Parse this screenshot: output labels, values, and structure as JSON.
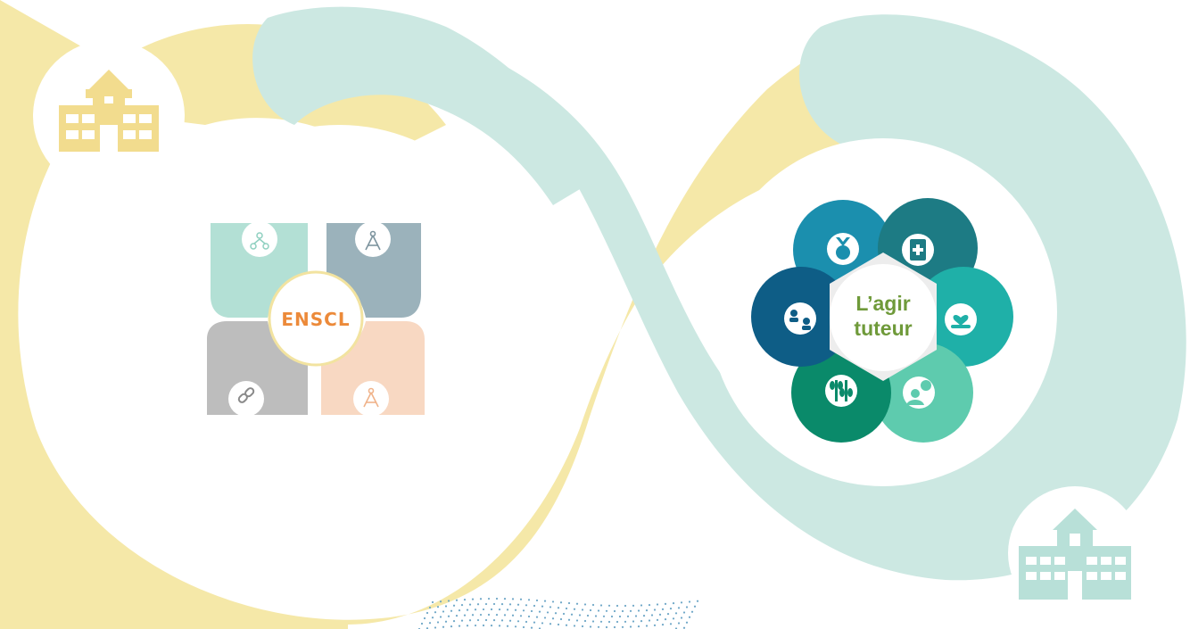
{
  "diagram": {
    "left_hub": {
      "label": "ENSCL"
    },
    "right_hub": {
      "label_line1": "L’agir",
      "label_line2": "tuteur"
    },
    "icons": {
      "school": "school-building-icon",
      "hospital": "hospital-building-icon",
      "puzzle_1": "people-network-icon",
      "puzzle_2": "compass-icon",
      "puzzle_3": "link-icon",
      "puzzle_4": "compass-icon",
      "petal_1": "medal-icon",
      "petal_2": "medical-book-icon",
      "petal_3": "hands-heart-icon",
      "petal_4": "person-question-icon",
      "petal_5": "wheat-icon",
      "petal_6": "exchange-people-icon"
    },
    "colors": {
      "yellow_loop": "#f5e8a8",
      "mint_loop": "#cce8e2",
      "enscl_text": "#ec8a3a",
      "agir_text": "#6f9a3a",
      "puzzle_mint": "#b3e0d5",
      "puzzle_slate": "#9bb2bb",
      "puzzle_grey": "#bdbdbd",
      "puzzle_peach": "#f8d8c2",
      "petal_blue": "#1b8fae",
      "petal_darkteal": "#1d7b84",
      "petal_teal": "#1fb0a8",
      "petal_mint": "#5ecbae",
      "petal_green": "#0a8a6a",
      "petal_navy": "#0e5d86"
    }
  }
}
